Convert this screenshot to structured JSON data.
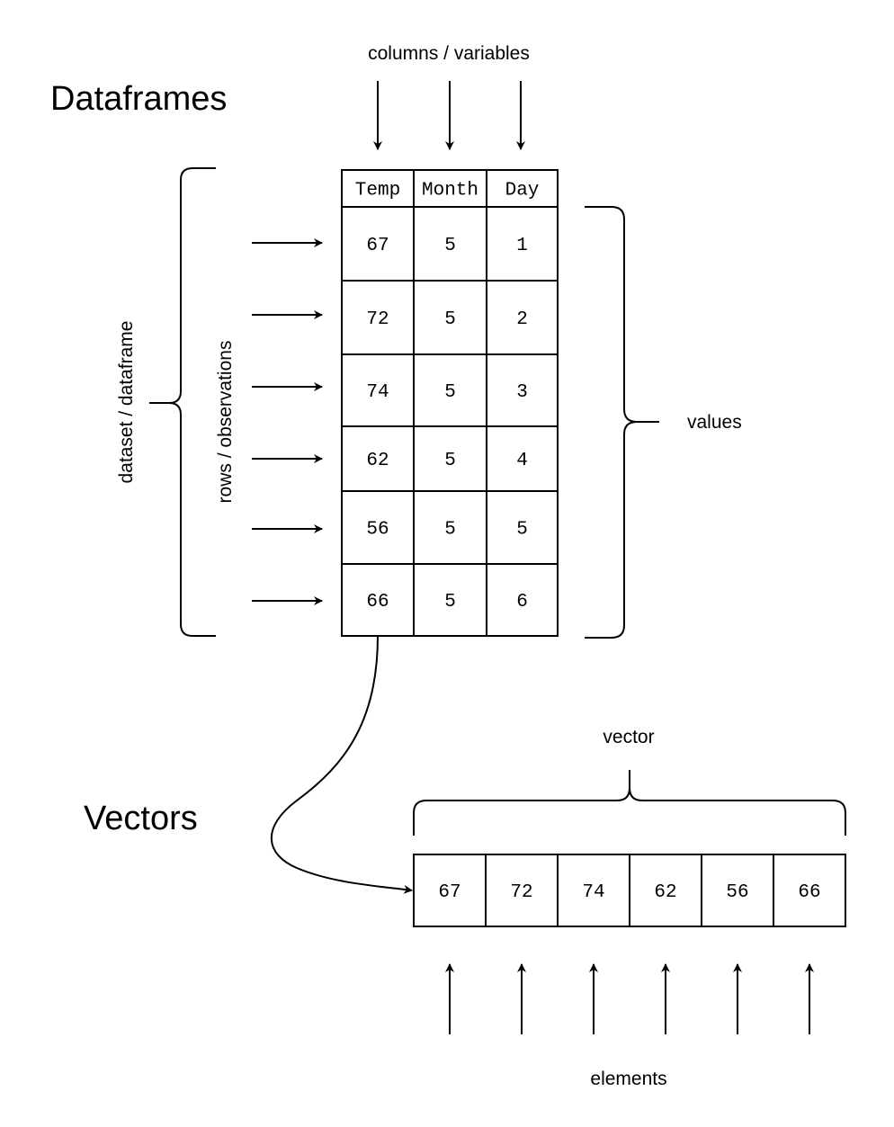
{
  "titles": {
    "dataframes": "Dataframes",
    "vectors": "Vectors"
  },
  "labels": {
    "columns": "columns / variables",
    "dataset": "dataset / dataframe",
    "rows": "rows / observations",
    "values": "values",
    "vector": "vector",
    "elements": "elements"
  },
  "dataframe": {
    "headers": [
      "Temp",
      "Month",
      "Day"
    ],
    "rows": [
      [
        "67",
        "5",
        "1"
      ],
      [
        "72",
        "5",
        "2"
      ],
      [
        "74",
        "5",
        "3"
      ],
      [
        "62",
        "5",
        "4"
      ],
      [
        "56",
        "5",
        "5"
      ],
      [
        "66",
        "5",
        "6"
      ]
    ]
  },
  "vector": {
    "elements": [
      "67",
      "72",
      "74",
      "62",
      "56",
      "66"
    ]
  },
  "colors": {
    "stroke": "#000000",
    "background": "#ffffff"
  }
}
